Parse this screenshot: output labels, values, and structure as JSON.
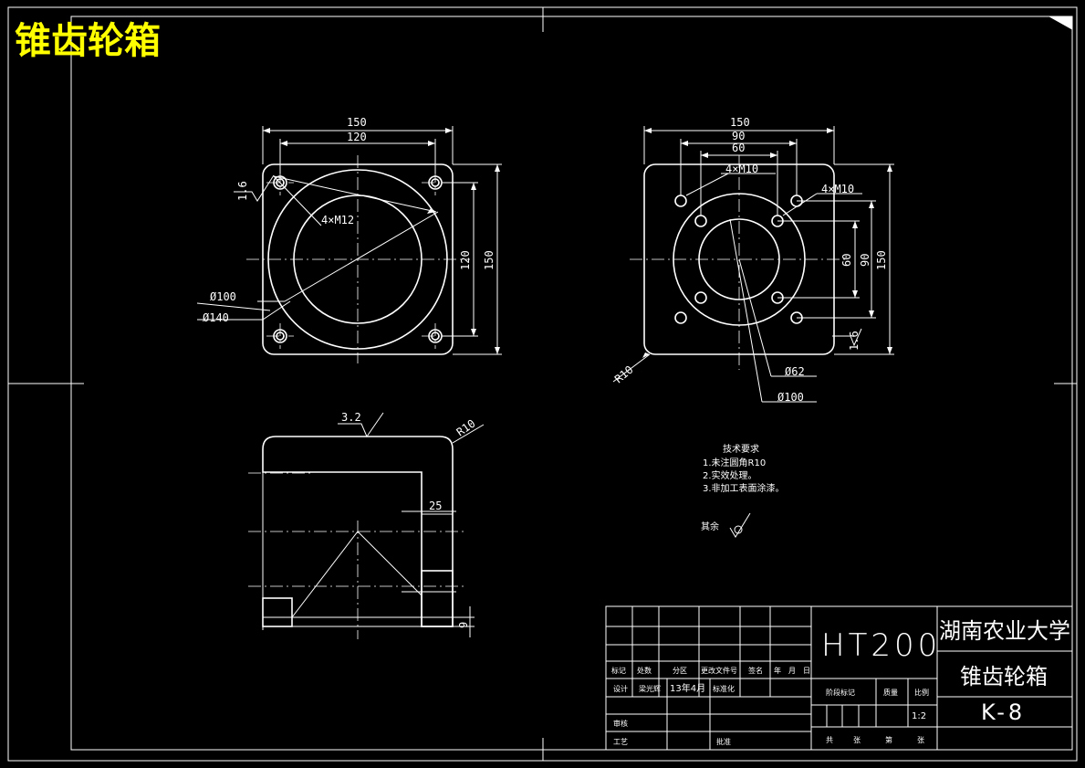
{
  "title": "锥齿轮箱",
  "top_view": {
    "dim_outer_w": "150",
    "dim_hole_w": "120",
    "dim_outer_h": "150",
    "dim_hole_h": "120",
    "holes": "4×M12",
    "dia_inner": "Ø100",
    "dia_outer": "Ø140",
    "roughness": "1.6"
  },
  "bottom_view": {
    "dim_outer_w": "150",
    "dim_90": "90",
    "dim_60": "60",
    "holes_a": "4×M10",
    "holes_b": "4×M10",
    "dim_h_90": "90",
    "dim_h_60": "60",
    "dim_h_150": "150",
    "dia_62": "Ø62",
    "dia_100": "Ø100",
    "radius": "R10",
    "roughness": "1.6"
  },
  "section_view": {
    "roughness": "3.2",
    "radius": "R10",
    "wall": "25",
    "base": "9"
  },
  "tech_notes": {
    "heading": "技术要求",
    "items": [
      "1.未注圆角R10",
      "2.实效处理。",
      "3.非加工表面涂漆。"
    ],
    "rest_label": "其余"
  },
  "title_block": {
    "material": "HT200",
    "school": "湖南农业大学",
    "part_name": "锥齿轮箱",
    "drawing_no": "K-8",
    "row_labels": [
      "标记",
      "处数",
      "分区",
      "更改文件号",
      "签名",
      "年",
      "月",
      "日"
    ],
    "design_label": "设计",
    "designer": "梁光辉",
    "date": "13年4月",
    "std_label": "标准化",
    "review_label": "审核",
    "process_label": "工艺",
    "approve_label": "批准",
    "stage_label": "阶段标记",
    "weight_label": "质量",
    "scale_label": "比例",
    "scale": "1:2",
    "sheets": [
      "共",
      "张",
      "第",
      "张"
    ]
  }
}
